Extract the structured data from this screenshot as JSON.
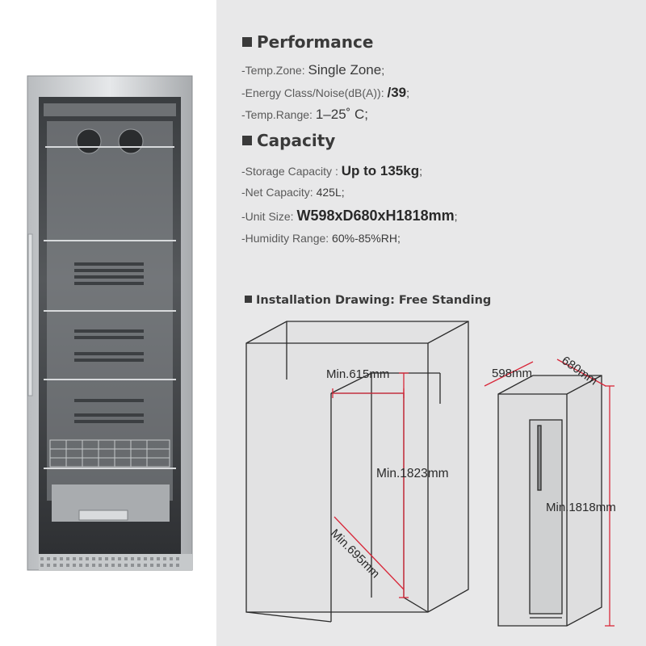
{
  "performance": {
    "title": "Performance",
    "temp_zone_label": "-Temp.Zone: ",
    "temp_zone_value": "Single Zone",
    "temp_zone_end": ";",
    "energy_label": "-Energy Class/Noise(dB(A)): ",
    "energy_value": "/39",
    "energy_end": ";",
    "temp_range_label": "-Temp.Range: ",
    "temp_range_value": "1–25˚ C;"
  },
  "capacity": {
    "title": "Capacity",
    "storage_label": "-Storage Capacity : ",
    "storage_value": "Up to 135kg",
    "storage_end": ";",
    "net_label": "-Net Capacity: ",
    "net_value": "425L;",
    "unit_label": "-Unit Size: ",
    "unit_value": "W598xD680xH1818mm",
    "unit_end": ";",
    "humidity_label": "-Humidity Range: ",
    "humidity_value": "60%-85%RH;"
  },
  "installation": {
    "title": "Installation Drawing: Free Standing",
    "min_width": "Min.615mm",
    "min_height": "Min.1823mm",
    "min_depth": "Min.695mm",
    "unit_width": "598mm",
    "unit_depth": "680mm",
    "unit_height": "Min.1818mm"
  },
  "colors": {
    "panel_bg": "#e8e8e9",
    "dimension_red": "#d8283a",
    "heading": "#3a3a3a"
  }
}
